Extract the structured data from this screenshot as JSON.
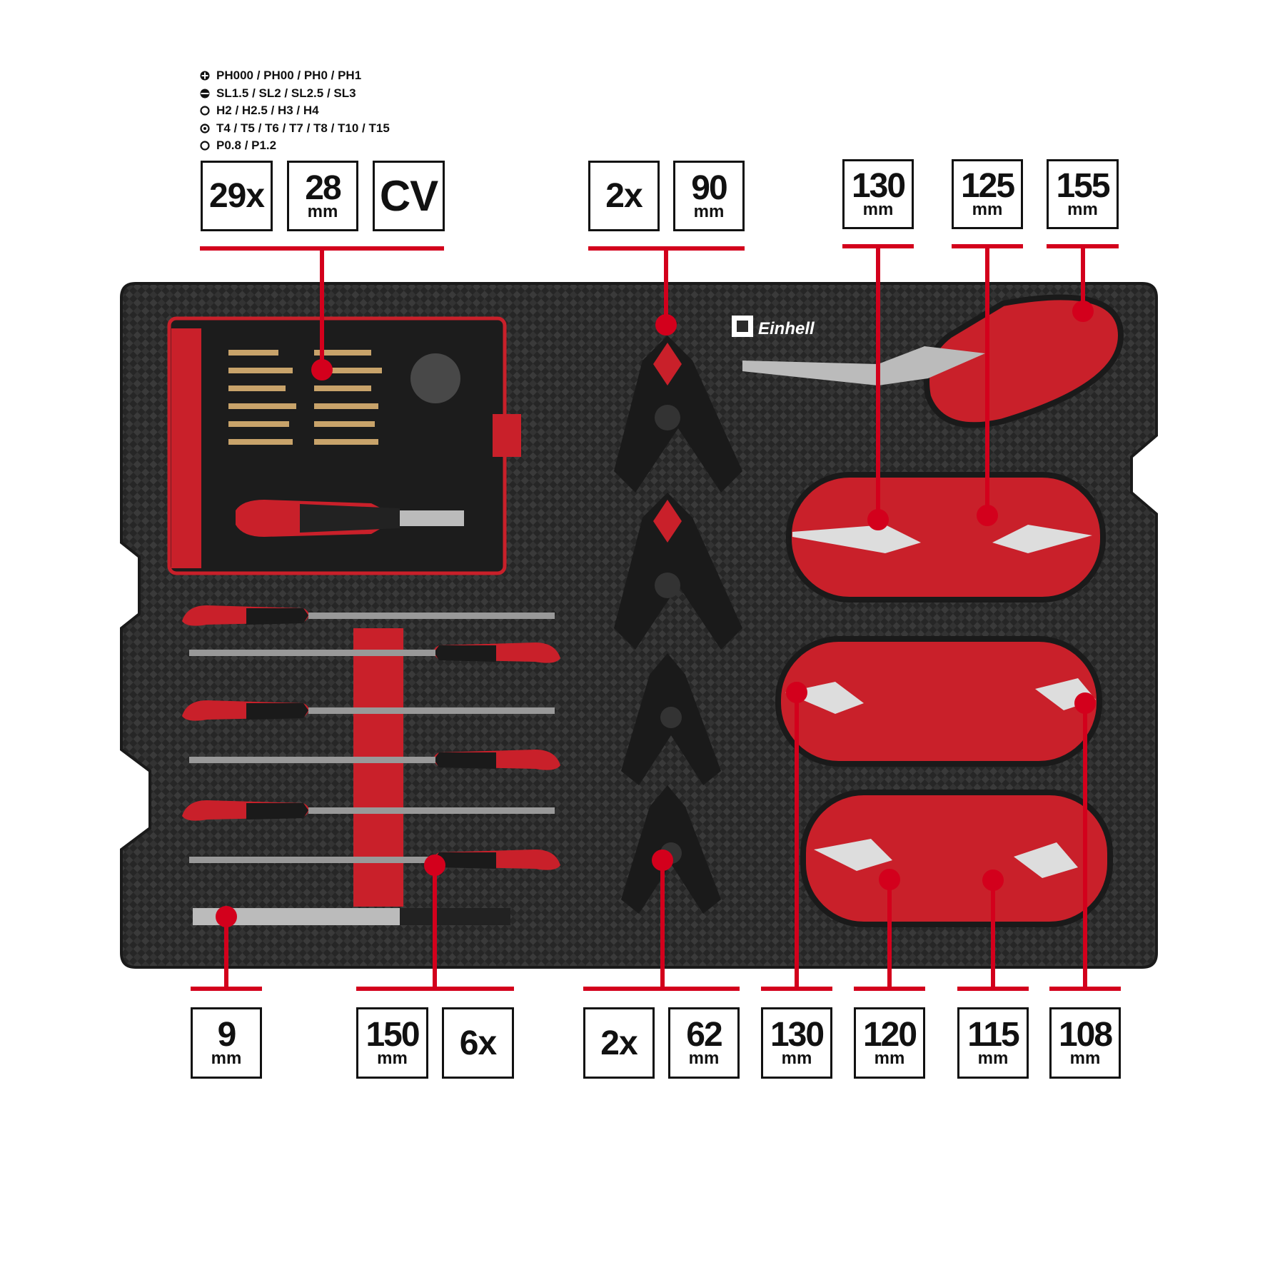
{
  "bit_list": [
    {
      "icon": "phillips-bit-icon",
      "text": "PH000 / PH00 / PH0 / PH1"
    },
    {
      "icon": "slotted-bit-icon",
      "text": "SL1.5 / SL2 / SL2.5 / SL3"
    },
    {
      "icon": "hex-bit-icon",
      "text": "H2 / H2.5 / H3 / H4"
    },
    {
      "icon": "torx-bit-icon",
      "text": "T4 / T5 / T6 / T7 / T8 / T10 / T15"
    },
    {
      "icon": "pentalobe-bit-icon",
      "text": "P0.8 / P1.2"
    }
  ],
  "top_labels": {
    "bit_count": "29x",
    "bit_length": {
      "value": "28",
      "unit": "mm"
    },
    "material": "CV",
    "clamp_large_count": "2x",
    "clamp_large_size": {
      "value": "90",
      "unit": "mm"
    },
    "long_nose_pliers": {
      "value": "130",
      "unit": "mm"
    },
    "bent_nose_pliers": {
      "value": "125",
      "unit": "mm"
    },
    "flat_nose_pliers": {
      "value": "155",
      "unit": "mm"
    }
  },
  "bottom_labels": {
    "knife_blade": {
      "value": "9",
      "unit": "mm"
    },
    "file_length": {
      "value": "150",
      "unit": "mm"
    },
    "file_count": "6x",
    "clamp_small_count": "2x",
    "clamp_small_size": {
      "value": "62",
      "unit": "mm"
    },
    "side_cutter": {
      "value": "130",
      "unit": "mm"
    },
    "combination_pliers": {
      "value": "120",
      "unit": "mm"
    },
    "diagonal_cutter": {
      "value": "115",
      "unit": "mm"
    },
    "end_cutter": {
      "value": "108",
      "unit": "mm"
    }
  },
  "brand": "Einhell",
  "colors": {
    "accent": "#d3001c",
    "foam": "#2b2b2b",
    "dark": "#111111"
  }
}
